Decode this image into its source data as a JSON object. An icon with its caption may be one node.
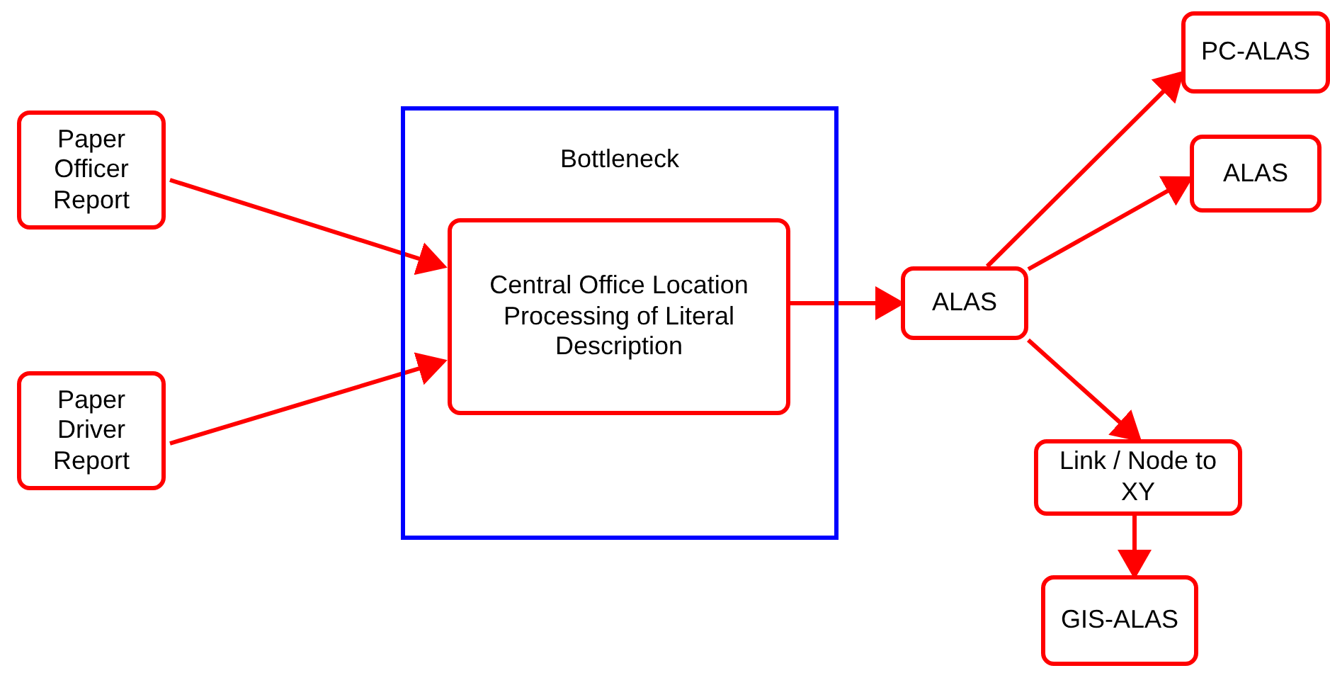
{
  "diagram": {
    "nodes": [
      {
        "text": [
          "Paper Officer Report"
        ]
      },
      {
        "text": [
          "Paper Driver Report"
        ]
      },
      {
        "text": [
          "Bottleneck"
        ]
      },
      {
        "text": [
          "Central Office Location Processing of Literal Description"
        ],
        "in": 2
      },
      {
        "text": [
          "ALAS"
        ]
      },
      {
        "text": [
          "PC-ALAS"
        ]
      },
      {
        "text": [
          "ALAS"
        ]
      },
      {
        "text": [
          "Link / Node to XY"
        ]
      },
      {
        "text": [
          "GIS-ALAS"
        ]
      }
    ],
    "edges": [
      {
        "from": 0,
        "to": 3,
        "arrow": "to"
      },
      {
        "from": 1,
        "to": 3,
        "arrow": "to"
      },
      {
        "from": 3,
        "to": 4,
        "arrow": "to"
      },
      {
        "from": 4,
        "to": 5,
        "arrow": "to"
      },
      {
        "from": 4,
        "to": 6,
        "arrow": "to"
      },
      {
        "from": 4,
        "to": 7,
        "arrow": "to"
      },
      {
        "from": 7,
        "to": 8,
        "arrow": "to"
      }
    ]
  }
}
